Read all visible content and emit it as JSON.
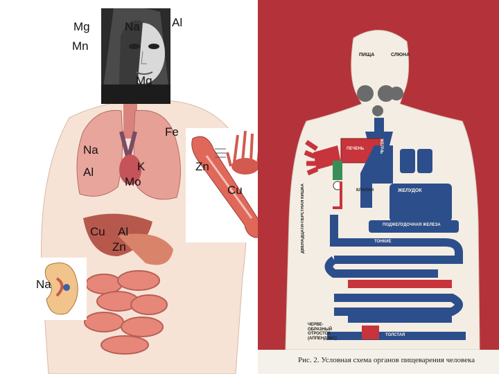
{
  "left_collage": {
    "face_labels": {
      "mg_left": "Mg",
      "na_top": "Na",
      "al_top": "Al",
      "mn_left": "Mn",
      "mg_face": "Mg"
    },
    "lung_labels": {
      "fe": "Fe",
      "na": "Na",
      "al": "Al",
      "k": "K",
      "mo": "Mo"
    },
    "arm_labels": {
      "zn": "Zn",
      "cu": "Cu"
    },
    "abdomen_labels": {
      "cu": "Cu",
      "al": "Al",
      "zn": "Zn"
    },
    "kidney_labels": {
      "na": "Na"
    }
  },
  "right_poster": {
    "organ_labels": {
      "food": "ПИЩА",
      "saliva": "СЛЮНА",
      "liver": "ПЕЧЕНЬ",
      "bile": "ЖЕЛЧЬ",
      "valve": "КЛАПАН",
      "stomach": "ЖЕЛУДОК",
      "duodenum": "ДВЕНАДЦАТИ-ПЕРСТНАЯ КИШКА",
      "pancreas": "ПОДЖЕЛУДОЧНАЯ ЖЕЛЕЗА",
      "small_intestine": "ТОНКИЕ",
      "large_intestine": "ТОЛСТАЯ",
      "appendix": "ЧЕРВЕ-ОБРАЗНЫЙ ОТРОСТОК (АППЕНДИКС)"
    },
    "caption": "Рис. 2. Условная схема органов пищеварения человека"
  },
  "colors": {
    "poster_bg": "#b4333a",
    "body_silhouette": "#f4ede3",
    "pipe_blue": "#2c4f8c",
    "pipe_red": "#c7343b",
    "lung_pink": "#e8a59c",
    "intestine": "#e6877a"
  }
}
